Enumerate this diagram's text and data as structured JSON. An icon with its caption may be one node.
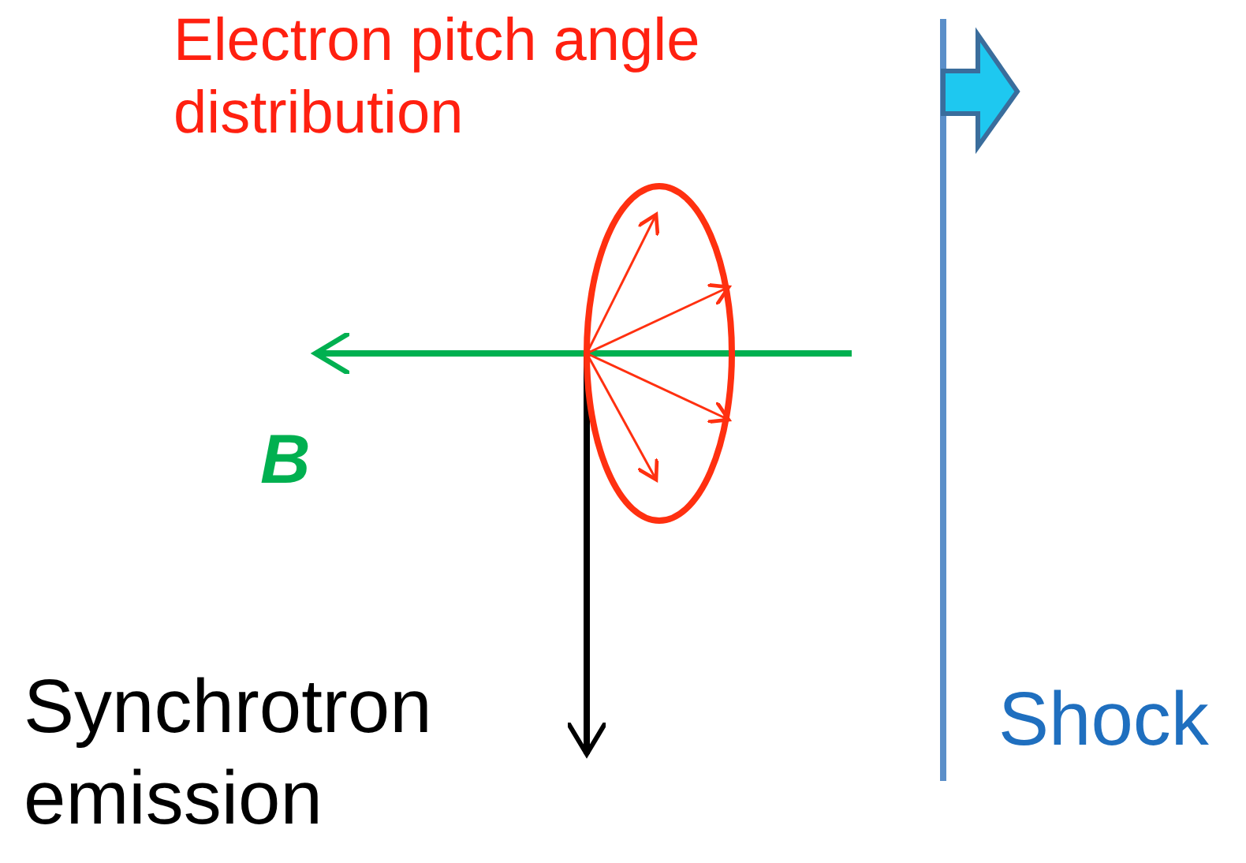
{
  "diagram": {
    "labels": [
      "Electron pitch angle distribution",
      "B",
      "Synchrotron emission",
      "Shock"
    ]
  }
}
